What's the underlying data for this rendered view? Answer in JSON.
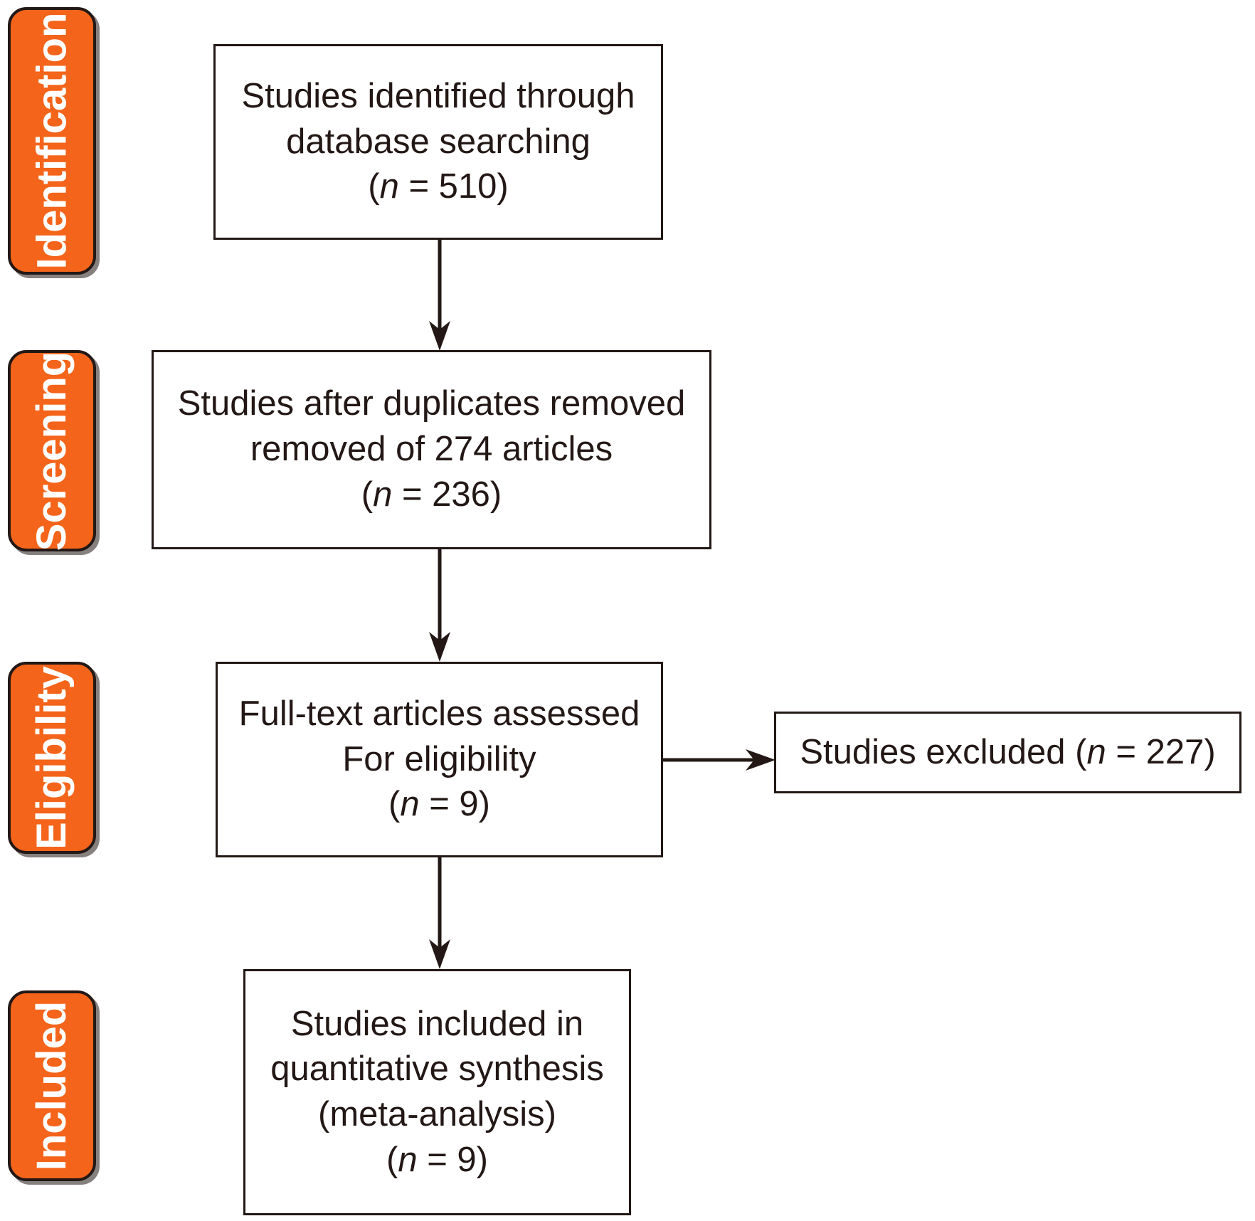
{
  "diagram": {
    "type": "prisma-flow-diagram",
    "colors": {
      "badge_fill": "#F4641A",
      "badge_text": "#FFFFFF",
      "stroke": "#231815",
      "box_fill": "#FFFFFF"
    },
    "stages": [
      {
        "id": "identification",
        "label": "Identification"
      },
      {
        "id": "screening",
        "label": "Screening"
      },
      {
        "id": "eligibility",
        "label": "Eligibility"
      },
      {
        "id": "included",
        "label": "Included"
      }
    ],
    "boxes": {
      "identified": {
        "line1": "Studies identified through",
        "line2": "database searching",
        "n_open": "(",
        "n_symbol": "n",
        "n_eq": " = 510)"
      },
      "after_duplicates": {
        "line1": "Studies after duplicates removed",
        "line2": "removed of 274 articles",
        "n_open": "(",
        "n_symbol": "n",
        "n_eq": " = 236)"
      },
      "full_text": {
        "line1": "Full-text articles assessed",
        "line2": "For eligibility",
        "n_open": "(",
        "n_symbol": "n",
        "n_eq": " = 9)"
      },
      "excluded": {
        "prefix": "Studies excluded (",
        "n_symbol": "n",
        "suffix": " = 227)"
      },
      "included_synthesis": {
        "line1": "Studies included in",
        "line2": "quantitative synthesis",
        "line3": "(meta-analysis)",
        "n_open": "(",
        "n_symbol": "n",
        "n_eq": " = 9)"
      }
    },
    "counts": {
      "identified": 510,
      "duplicates_removed": 274,
      "after_duplicates": 236,
      "full_text_assessed": 9,
      "excluded": 227,
      "included": 9
    }
  }
}
